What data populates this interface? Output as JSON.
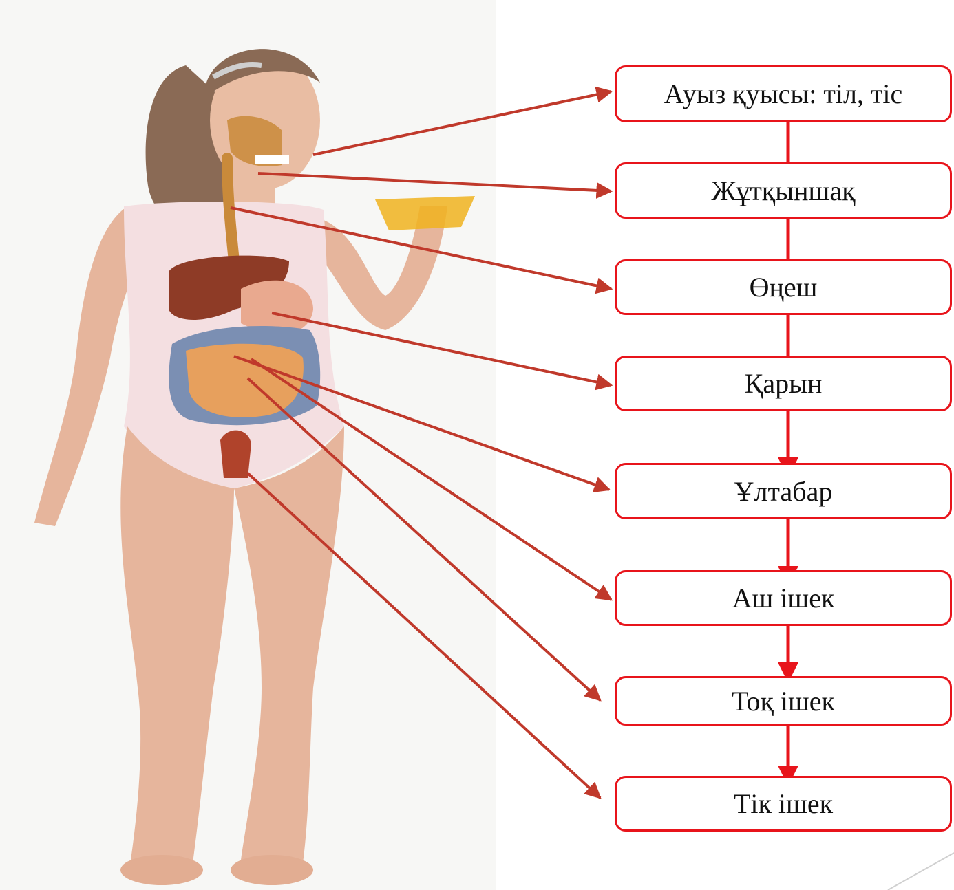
{
  "diagram": {
    "steps": [
      {
        "id": "mouth",
        "label": "Ауыз қуысы: тіл, тіс"
      },
      {
        "id": "pharynx",
        "label": "Жұтқыншақ"
      },
      {
        "id": "esophagus",
        "label": "Өңеш"
      },
      {
        "id": "stomach",
        "label": "Қарын"
      },
      {
        "id": "duodenum",
        "label": "Ұлтабар"
      },
      {
        "id": "small-intestine",
        "label": "Аш ішек"
      },
      {
        "id": "large-intestine",
        "label": "Тоқ ішек"
      },
      {
        "id": "rectum",
        "label": "Тік ішек"
      }
    ]
  },
  "colors": {
    "box_border": "#e8141b",
    "flow_arrow": "#e8141b",
    "pointer_line": "#c0392b",
    "skin": "#e9bda3",
    "leotard": "#f4dfe1",
    "hair": "#8a6a55",
    "liver": "#8e3b26",
    "intestine": "#e7a05d",
    "colon": "#7b8fb3",
    "stomach": "#e9a98f",
    "esophagus": "#c98a3a",
    "juice": "#f0b31f"
  },
  "illustration": {
    "subject": "girl-with-visible-digestive-organs-icon"
  }
}
